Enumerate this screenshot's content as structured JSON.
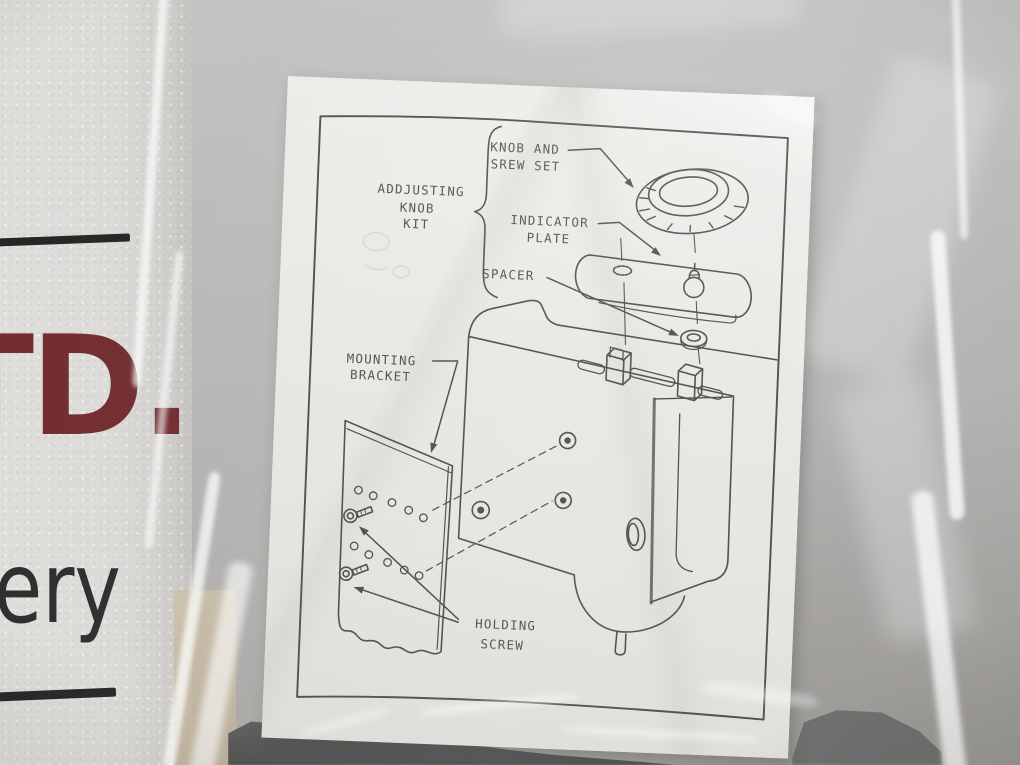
{
  "background_sign": {
    "partial_word_top": "TD.",
    "partial_word_bottom": "ery",
    "top_text_color": "#6b2326",
    "bottom_text_color": "#242424"
  },
  "colors": {
    "backdrop": "#b3b1af",
    "paper": "#e9e7e3",
    "ink": "#454441",
    "dark_part_in_bag": "#474b4a",
    "bag_highlight": "#f5f4f2"
  },
  "sheet": {
    "labels": {
      "kit": {
        "lines": [
          "ADDJUSTING",
          "KNOB",
          "KIT"
        ]
      },
      "knob_screw": {
        "lines": [
          "KNOB AND",
          "SREW SET"
        ]
      },
      "indicator": {
        "lines": [
          "INDICATOR",
          "PLATE"
        ]
      },
      "spacer": {
        "lines": [
          "SPACER"
        ]
      },
      "bracket": {
        "lines": [
          "MOUNTING",
          "BRACKET"
        ]
      },
      "holding": {
        "lines": [
          "HOLDING",
          "SCREW"
        ]
      }
    }
  }
}
